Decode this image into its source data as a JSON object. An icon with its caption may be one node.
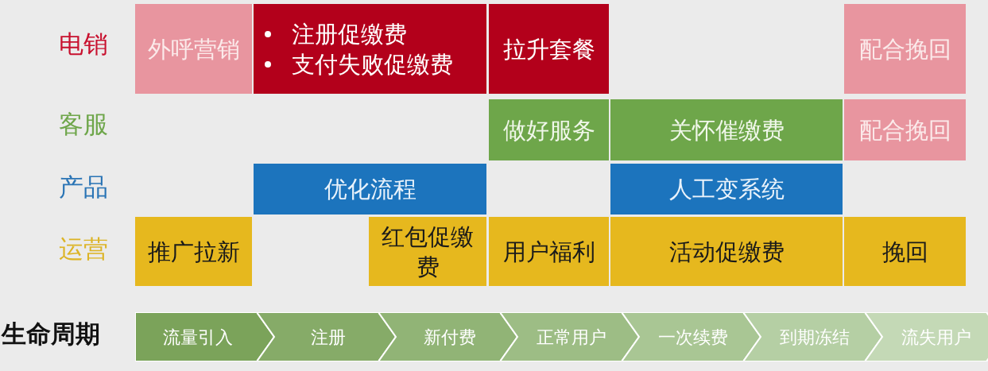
{
  "diagram": {
    "nodes": [
      {
        "text": [
          "外呼营销"
        ]
      },
      {
        "text": [
          "注册促缴费",
          "支付失败促缴费"
        ]
      },
      {
        "text": [
          "拉升套餐"
        ]
      },
      {
        "text": [
          "配合挽回"
        ]
      },
      {
        "text": [
          "做好服务"
        ]
      },
      {
        "text": [
          "关怀催缴费"
        ]
      },
      {
        "text": [
          "配合挽回"
        ]
      },
      {
        "text": [
          "优化流程"
        ]
      },
      {
        "text": [
          "人工变系统"
        ]
      },
      {
        "text": [
          "推广拉新"
        ]
      },
      {
        "text": [
          "红包促缴费"
        ]
      },
      {
        "text": [
          "用户福利"
        ]
      },
      {
        "text": [
          "活动促缴费"
        ]
      },
      {
        "text": [
          "挽回"
        ]
      },
      {
        "text": [
          "流量引入"
        ]
      },
      {
        "text": [
          "注册"
        ]
      },
      {
        "text": [
          "新付费"
        ]
      },
      {
        "text": [
          "正常用户"
        ]
      },
      {
        "text": [
          "一次续费"
        ]
      },
      {
        "text": [
          "到期冻结"
        ]
      },
      {
        "text": [
          "流失用户"
        ]
      }
    ],
    "labels": [
      "电销",
      "客服",
      "产品",
      "运营",
      "生命周期"
    ]
  }
}
